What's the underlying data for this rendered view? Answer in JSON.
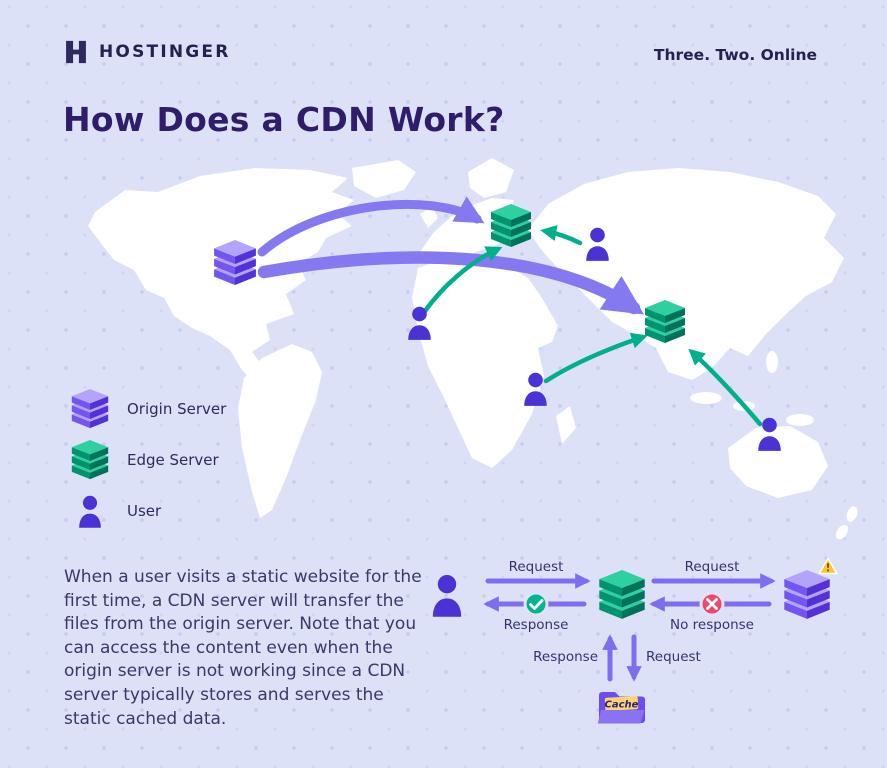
{
  "header": {
    "brand": "HOSTINGER",
    "tagline": "Three. Two. Online"
  },
  "title": "How Does a CDN Work?",
  "legend": {
    "items": [
      {
        "label": "Origin Server"
      },
      {
        "label": "Edge Server"
      },
      {
        "label": "User"
      }
    ]
  },
  "description": "When a user visits a static website for the first time, a CDN server will transfer the files from the origin server. Note that you can access the content even when the origin server is not working since a CDN server typically stores and serves the static cached data.",
  "flow": {
    "request_user_to_edge": "Request",
    "response_edge_to_user": "Response",
    "request_edge_to_origin": "Request",
    "no_response_origin": "No response",
    "response_cache_to_edge": "Response",
    "request_edge_to_cache": "Request",
    "cache_label": "Cache"
  },
  "colors": {
    "background": "#dce1f7",
    "accent_purple": "#673de6",
    "arrow_purple": "#8579f1",
    "green": "#00b090",
    "text_dark": "#2f1c6a",
    "error_red": "#f0486c",
    "warning_yellow": "#ffc42d"
  }
}
